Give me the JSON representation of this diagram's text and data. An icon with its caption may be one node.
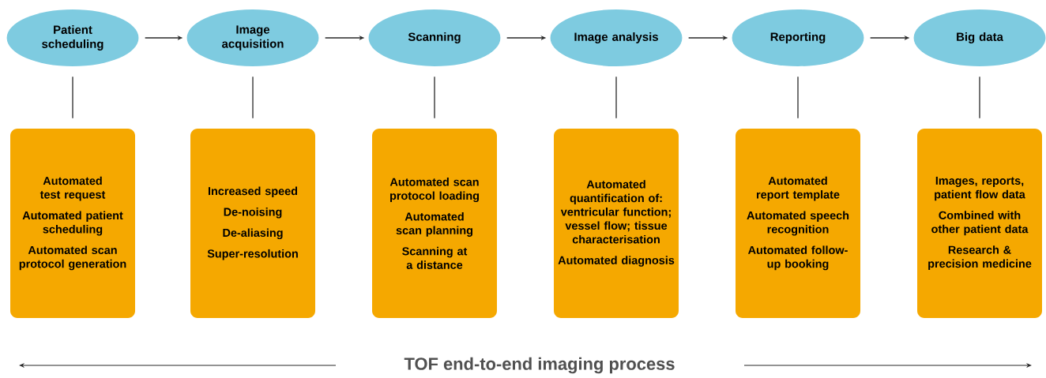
{
  "diagram": {
    "nodes": [
      {
        "text": [
          "Patient scheduling"
        ]
      },
      {
        "text": [
          "Image acquisition"
        ]
      },
      {
        "text": [
          "Scanning"
        ]
      },
      {
        "text": [
          "Image analysis"
        ]
      },
      {
        "text": [
          "Reporting"
        ]
      },
      {
        "text": [
          "Big data"
        ]
      },
      {
        "text": [
          "Automated test request",
          "Automated patient scheduling",
          "Automated scan protocol generation"
        ]
      },
      {
        "text": [
          "Increased speed",
          "De-noising",
          "De-aliasing",
          "Super-resolution"
        ]
      },
      {
        "text": [
          "Automated scan protocol loading",
          "Automated scan planning",
          "Scanning at a distance"
        ]
      },
      {
        "text": [
          "Automated quantification of: ventricular function; vessel flow; tissue characterisation",
          "Automated diagnosis"
        ]
      },
      {
        "text": [
          "Automated report template",
          "Automated speech recognition",
          "Automated follow-up booking"
        ]
      },
      {
        "text": [
          "Images, reports, patient flow data",
          "Combined with other patient data",
          "Research & precision medicine"
        ]
      }
    ],
    "edges": [
      {
        "from": 0,
        "to": 1,
        "arrow": "to"
      },
      {
        "from": 1,
        "to": 2,
        "arrow": "to"
      },
      {
        "from": 2,
        "to": 3,
        "arrow": "to"
      },
      {
        "from": 3,
        "to": 4,
        "arrow": "to"
      },
      {
        "from": 4,
        "to": 5,
        "arrow": "to"
      },
      {
        "from": 0,
        "to": 6,
        "arrow": "none"
      },
      {
        "from": 1,
        "to": 7,
        "arrow": "none"
      },
      {
        "from": 2,
        "to": 8,
        "arrow": "none"
      },
      {
        "from": 3,
        "to": 9,
        "arrow": "none"
      },
      {
        "from": 4,
        "to": 10,
        "arrow": "none"
      },
      {
        "from": 5,
        "to": 11,
        "arrow": "none"
      }
    ],
    "labels": [
      "TOF end-to-end imaging process"
    ]
  }
}
